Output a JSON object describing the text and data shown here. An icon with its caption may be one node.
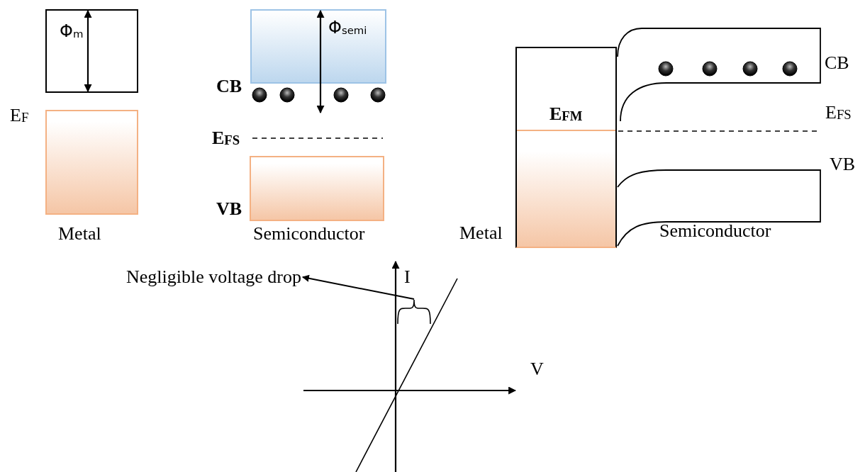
{
  "diagram": {
    "nodes": [
      {
        "text": [
          "Φ$_{m}$"
        ]
      },
      {
        "text": [
          "Metal"
        ]
      },
      {
        "text": [
          "Φ$_{semi}$"
        ]
      },
      {
        "text": [
          "Semiconductor"
        ]
      },
      {
        "text": [
          "E$_{FM}$"
        ],
        "beside": [
          "Metal"
        ]
      },
      {
        "text": [
          "Negligible voltage drop"
        ]
      },
      {
        "text": [],
        "shape": "brace"
      }
    ],
    "edges": [
      {
        "from": 6,
        "to": 5,
        "arrow": "to"
      }
    ],
    "labels": [
      "E$_{F}$",
      "CB",
      "E$_{FS}$",
      "VB",
      "CB",
      "E$_{FS}$",
      "VB",
      "Semiconductor",
      "I",
      "V"
    ]
  }
}
